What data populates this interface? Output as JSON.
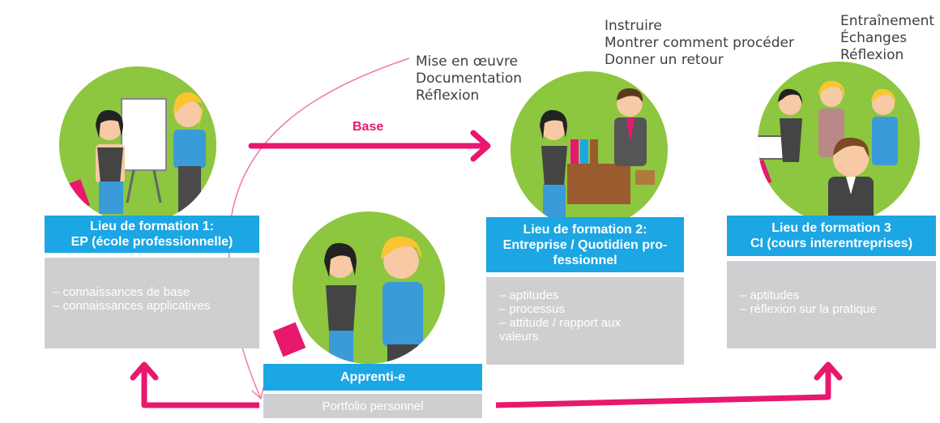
{
  "base_label": "Base",
  "notes": {
    "a": [
      "Mise en œuvre",
      "Documentation",
      "Réflexion"
    ],
    "b": [
      "Instruire",
      "Montrer comment procéder",
      "Donner un retour"
    ],
    "c": [
      "Entraînement",
      "Échanges",
      "Réflexion"
    ]
  },
  "places": [
    {
      "title": [
        "Lieu de formation 1:",
        "EP (école professionnelle)"
      ],
      "items": [
        "– connaissances de base",
        "– connaissances applicatives"
      ]
    },
    {
      "title": [
        "Lieu de formation 2:",
        "Entreprise / Quotidien pro-",
        "fessionnel"
      ],
      "items": [
        "– aptitudes",
        "– processus",
        "– attitude / rapport aux",
        "valeurs"
      ]
    },
    {
      "title": [
        "Lieu de formation 3",
        "CI (cours interentreprises)"
      ],
      "items": [
        "– aptitudes",
        "– réflexion sur la pratique"
      ]
    }
  ],
  "apprentice": {
    "title": "Apprenti-e",
    "portfolio": "Portfolio personnel"
  },
  "colors": {
    "blue": "#1ca6e3",
    "green": "#8dc63f",
    "pink": "#e8186f",
    "gray": "#cfcfd1"
  }
}
